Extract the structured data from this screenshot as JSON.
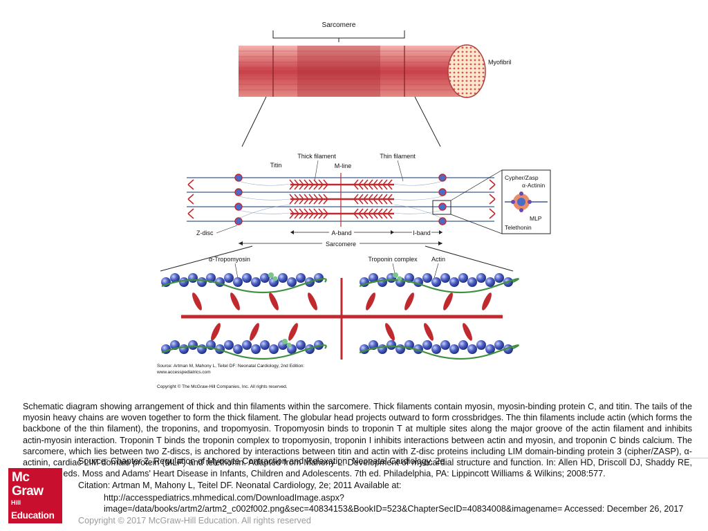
{
  "diagram": {
    "labels": {
      "sarcomere_top": "Sarcomere",
      "myofibril": "Myofibril",
      "titin": "Titin",
      "thick_filament": "Thick filament",
      "m_line": "M-line",
      "thin_filament": "Thin filament",
      "cypher_zasp": "Cypher/Zasp",
      "alpha_actinin": "α-Actinin",
      "mlp": "MLP",
      "telethonin": "Telethonin",
      "z_disc": "Z-disc",
      "a_band": "A-band",
      "i_band": "I-band",
      "sarcomere_bottom": "Sarcomere",
      "alpha_tropomyosin": "α-Tropomyosin",
      "troponin_complex": "Troponin complex",
      "actin": "Actin"
    },
    "image_source_line1": "Source: Artman M, Mahony L, Teitel DF: Neonatal Cardiology, 2nd Edition:",
    "image_source_line2": "www.accesspediatrics.com",
    "image_copyright": "Copyright © The McGraw-Hill Companies, Inc. All rights reserved.",
    "colors": {
      "filament_red": "#c0292e",
      "thin_blue": "#3a5a8c",
      "bead_blue": "#4a5fc1",
      "tropomyosin_green": "#3f8f3f"
    }
  },
  "caption": "Schematic diagram showing arrangement of thick and thin filaments within the sarcomere. Thick filaments contain myosin, myosin-binding protein C, and titin. The tails of the myosin heavy chains are woven together to form the thick filament. The globular head projects outward to form crossbridges. The thin filaments include actin (which forms the backbone of the thin filament), the troponins, and tropomyosin. Tropomyosin binds to troponin T at multiple sites along the major groove of the actin filament and inhibits actin-myosin interaction. Troponin T binds the troponin complex to tropomyosin, troponin I inhibits interactions between actin and myosin, and troponin C binds calcium. The sarcomere, which lies between two Z-discs, is anchored by interactions between titin and actin with Z-disc proteins including LIM domain-binding protein 3 (cipher/ZASP), α-actinin, cardiac LIM domain protein (MLP) and telethonin. Adapted from Mahony L. Development of myocardial structure and function. In: Allen HD, Driscoll DJ, Shaddy RE, Feltes TF, eds. Moss and Adams' Heart Disease in Infants, Children and Adolescents. 7th ed. Philadelphia, PA: Lippincott Williams & Wilkins; 2008:577.",
  "footer": {
    "logo": {
      "line1": "Mc",
      "line2": "Graw",
      "line3": "Hill",
      "line4": "Education"
    },
    "source": "Source: Chapter 2. Regulation of Myocyte Contraction and Relaxation, Neonatal Cardiology, 2e",
    "citation": "Citation: Artman M, Mahony L, Teitel DF. Neonatal Cardiology, 2e; 2011 Available at:",
    "url": "http://accesspediatrics.mhmedical.com/DownloadImage.aspx?image=/data/books/artm2/artm2_c002f002.png&sec=40834153&BookID=523&ChapterSecID=40834008&imagename= Accessed: December 26, 2017",
    "copyright": "Copyright © 2017 McGraw-Hill Education. All rights reserved"
  }
}
